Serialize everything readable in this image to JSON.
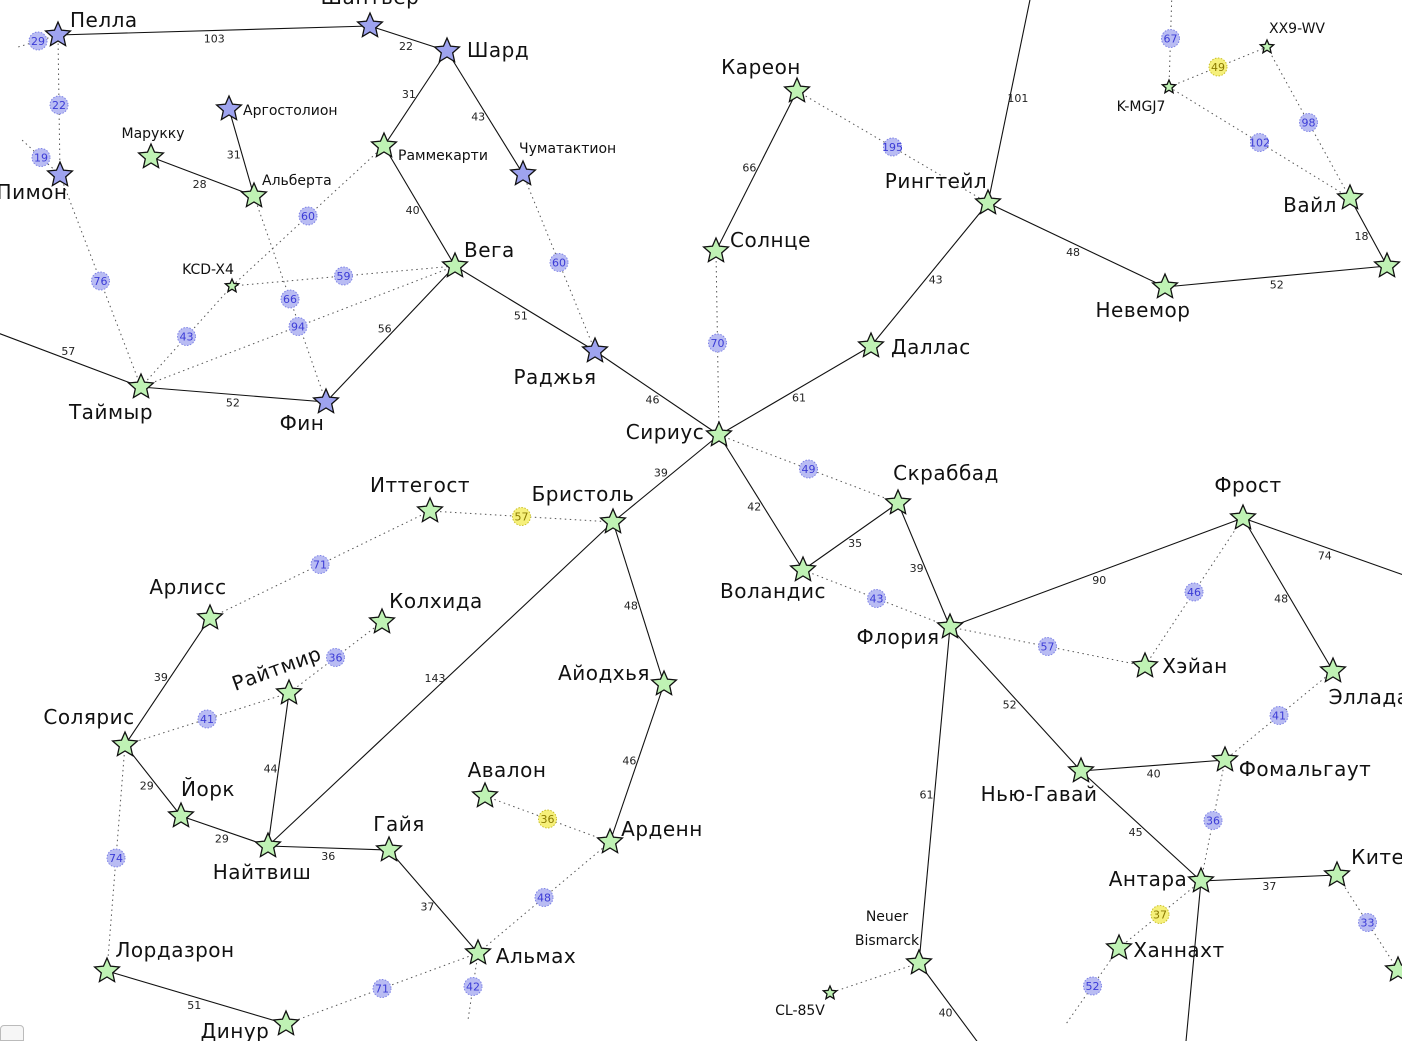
{
  "systems": [
    {
      "id": "pella",
      "name": "Пелла",
      "faction": "blue"
    },
    {
      "id": "shantier",
      "name": "Шантьер",
      "faction": "blue"
    },
    {
      "id": "shard",
      "name": "Шард",
      "faction": "blue"
    },
    {
      "id": "pimon",
      "name": "Пимон",
      "faction": "blue"
    },
    {
      "id": "argostolion",
      "name": "Аргостолион",
      "faction": "blue"
    },
    {
      "id": "marukku",
      "name": "Марукку",
      "faction": "green"
    },
    {
      "id": "alberta",
      "name": "Альберта",
      "faction": "green"
    },
    {
      "id": "rammekarti",
      "name": "Раммекарти",
      "faction": "green"
    },
    {
      "id": "chumataktion",
      "name": "Чуматактион",
      "faction": "blue"
    },
    {
      "id": "vega",
      "name": "Вега",
      "faction": "green"
    },
    {
      "id": "kcd",
      "name": "KCD-X4",
      "faction": "minor"
    },
    {
      "id": "taimyr",
      "name": "Таймыр",
      "faction": "green"
    },
    {
      "id": "fin",
      "name": "Фин",
      "faction": "blue"
    },
    {
      "id": "radzhya",
      "name": "Раджья",
      "faction": "blue"
    },
    {
      "id": "kareon",
      "name": "Кареон",
      "faction": "green"
    },
    {
      "id": "solntse",
      "name": "Солнце",
      "faction": "green"
    },
    {
      "id": "sirius",
      "name": "Сириус",
      "faction": "green"
    },
    {
      "id": "dallas",
      "name": "Даллас",
      "faction": "green"
    },
    {
      "id": "ringteil",
      "name": "Рингтейл",
      "faction": "green"
    },
    {
      "id": "nevemor",
      "name": "Невемор",
      "faction": "green"
    },
    {
      "id": "kmgj7",
      "name": "K-MGJ7",
      "faction": "minor"
    },
    {
      "id": "xx9",
      "name": "XX9-WV",
      "faction": "minor"
    },
    {
      "id": "vail",
      "name": "Вайл",
      "faction": "green"
    },
    {
      "id": "vailE",
      "name": "",
      "faction": "green"
    },
    {
      "id": "ittegost",
      "name": "Иттегост",
      "faction": "green"
    },
    {
      "id": "bristol",
      "name": "Бристоль",
      "faction": "green"
    },
    {
      "id": "skrabbad",
      "name": "Скраббад",
      "faction": "green"
    },
    {
      "id": "volandis",
      "name": "Воландис",
      "faction": "green"
    },
    {
      "id": "floria",
      "name": "Флория",
      "faction": "green"
    },
    {
      "id": "frost",
      "name": "Фрост",
      "faction": "green"
    },
    {
      "id": "arliss",
      "name": "Арлисс",
      "faction": "green"
    },
    {
      "id": "kolkhida",
      "name": "Колхида",
      "faction": "green"
    },
    {
      "id": "raitmir",
      "name": "Райтмир",
      "faction": "green"
    },
    {
      "id": "solaris",
      "name": "Солярис",
      "faction": "green"
    },
    {
      "id": "aiodkhya",
      "name": "Айодхья",
      "faction": "green"
    },
    {
      "id": "kheian",
      "name": "Хэйан",
      "faction": "green"
    },
    {
      "id": "ellada",
      "name": "Эллада",
      "faction": "green"
    },
    {
      "id": "york",
      "name": "Йорк",
      "faction": "green"
    },
    {
      "id": "naitvish",
      "name": "Найтвиш",
      "faction": "green"
    },
    {
      "id": "gaia",
      "name": "Гайя",
      "faction": "green"
    },
    {
      "id": "avalon",
      "name": "Авалон",
      "faction": "green"
    },
    {
      "id": "arden",
      "name": "Арденн",
      "faction": "green"
    },
    {
      "id": "nyugavai",
      "name": "Нью-Гавай",
      "faction": "green"
    },
    {
      "id": "fomalgaut",
      "name": "Фомальгаут",
      "faction": "green"
    },
    {
      "id": "antara",
      "name": "Антара",
      "faction": "green"
    },
    {
      "id": "kitezh",
      "name": "Китеж",
      "faction": "green"
    },
    {
      "id": "kitezhS",
      "name": "",
      "faction": "green"
    },
    {
      "id": "khannakht",
      "name": "Ханнахт",
      "faction": "green"
    },
    {
      "id": "lordazron",
      "name": "Лордазрон",
      "faction": "green"
    },
    {
      "id": "almakh",
      "name": "Альмах",
      "faction": "green"
    },
    {
      "id": "dinur",
      "name": "Динур",
      "faction": "green"
    },
    {
      "id": "neuer",
      "name": "Neuer\nBismarck",
      "faction": "green"
    },
    {
      "id": "cl85v",
      "name": "CL-85V",
      "faction": "minor"
    }
  ],
  "lanes": [
    {
      "a": "pella",
      "b": "shantier",
      "d": "103"
    },
    {
      "a": "shantier",
      "b": "shard",
      "d": "22"
    },
    {
      "a": "shard",
      "b": "rammekarti",
      "d": "31"
    },
    {
      "a": "shard",
      "b": "chumataktion",
      "d": "43"
    },
    {
      "a": "rammekarti",
      "b": "vega",
      "d": "40"
    },
    {
      "a": "argostolion",
      "b": "alberta",
      "d": "31"
    },
    {
      "a": "marukku",
      "b": "alberta",
      "d": "28"
    },
    {
      "a": "vega",
      "b": "radzhya",
      "d": "51"
    },
    {
      "a": "vega",
      "b": "fin",
      "d": "56"
    },
    {
      "a": "taimyr",
      "b": "fin",
      "d": "52"
    },
    {
      "a": "taimyr",
      "b": "west",
      "d": "57"
    },
    {
      "a": "radzhya",
      "b": "sirius",
      "d": "46"
    },
    {
      "a": "kareon",
      "b": "solntse",
      "d": "66"
    },
    {
      "a": "sirius",
      "b": "dallas",
      "d": "61"
    },
    {
      "a": "dallas",
      "b": "ringteil",
      "d": "43"
    },
    {
      "a": "ringteil",
      "b": "top",
      "d": "101"
    },
    {
      "a": "ringteil",
      "b": "nevemor",
      "d": "48"
    },
    {
      "a": "nevemor",
      "b": "vailE",
      "d": "52"
    },
    {
      "a": "vail",
      "b": "vailE",
      "d": "18"
    },
    {
      "a": "sirius",
      "b": "bristol",
      "d": "39"
    },
    {
      "a": "sirius",
      "b": "volandis",
      "d": "42"
    },
    {
      "a": "volandis",
      "b": "skrabbad",
      "d": "35"
    },
    {
      "a": "skrabbad",
      "b": "floria",
      "d": "39"
    },
    {
      "a": "floria",
      "b": "frost",
      "d": "90"
    },
    {
      "a": "frost",
      "b": "east",
      "d": "74"
    },
    {
      "a": "frost",
      "b": "ellada",
      "d": "48"
    },
    {
      "a": "bristol",
      "b": "aiodkhya",
      "d": "48"
    },
    {
      "a": "bristol",
      "b": "naitvish",
      "d": "143"
    },
    {
      "a": "aiodkhya",
      "b": "arden",
      "d": "46"
    },
    {
      "a": "arliss",
      "b": "solaris",
      "d": "39"
    },
    {
      "a": "solaris",
      "b": "york",
      "d": "29"
    },
    {
      "a": "york",
      "b": "naitvish",
      "d": "29"
    },
    {
      "a": "raitmir",
      "b": "naitvish",
      "d": "44"
    },
    {
      "a": "naitvish",
      "b": "gaia",
      "d": "36"
    },
    {
      "a": "gaia",
      "b": "almakh",
      "d": "37"
    },
    {
      "a": "floria",
      "b": "nyugavai",
      "d": "52"
    },
    {
      "a": "floria",
      "b": "neuer",
      "d": "61"
    },
    {
      "a": "nyugavai",
      "b": "fomalgaut",
      "d": "40"
    },
    {
      "a": "nyugavai",
      "b": "antara",
      "d": "45"
    },
    {
      "a": "antara",
      "b": "kitezh",
      "d": "37"
    },
    {
      "a": "lordazron",
      "b": "dinur",
      "d": "51"
    },
    {
      "a": "neuer",
      "b": "south",
      "d": "40"
    },
    {
      "a": "antara",
      "b": "south2",
      "d": ""
    }
  ],
  "routes": [
    {
      "a": "pimon",
      "b": "pella",
      "d": "22",
      "c": "blue"
    },
    {
      "a": "pimon",
      "b": "taimyr",
      "d": "76",
      "c": "blue"
    },
    {
      "a": "kcd",
      "b": "rammekarti",
      "d": "60",
      "c": "blue"
    },
    {
      "a": "kcd",
      "b": "vega",
      "d": "59",
      "c": "blue"
    },
    {
      "a": "kcd",
      "b": "taimyr",
      "d": "43",
      "c": "blue"
    },
    {
      "a": "alberta",
      "b": "fin",
      "d": "66",
      "c": "blue"
    },
    {
      "a": "taimyr",
      "b": "vega",
      "d": "94",
      "c": "blue"
    },
    {
      "a": "chumataktion",
      "b": "radzhya",
      "d": "60",
      "c": "blue"
    },
    {
      "a": "solntse",
      "b": "sirius",
      "d": "70",
      "c": "blue"
    },
    {
      "a": "kareon",
      "b": "ringteil",
      "d": "195",
      "c": "blue"
    },
    {
      "a": "sirius",
      "b": "skrabbad",
      "d": "49",
      "c": "blue"
    },
    {
      "a": "ittegost",
      "b": "bristol",
      "d": "57",
      "c": "yellow"
    },
    {
      "a": "ittegost",
      "b": "arliss",
      "d": "71",
      "c": "blue"
    },
    {
      "a": "volandis",
      "b": "floria",
      "d": "43",
      "c": "blue"
    },
    {
      "a": "floria",
      "b": "kheian",
      "d": "57",
      "c": "blue"
    },
    {
      "a": "kheian",
      "b": "frost",
      "d": "46",
      "c": "blue"
    },
    {
      "a": "ellada",
      "b": "fomalgaut",
      "d": "41",
      "c": "blue"
    },
    {
      "a": "kolkhida",
      "b": "raitmir",
      "d": "36",
      "c": "blue"
    },
    {
      "a": "solaris",
      "b": "raitmir",
      "d": "41",
      "c": "blue"
    },
    {
      "a": "solaris",
      "b": "lordazron",
      "d": "74",
      "c": "blue"
    },
    {
      "a": "avalon",
      "b": "arden",
      "d": "36",
      "c": "yellow"
    },
    {
      "a": "arden",
      "b": "almakh",
      "d": "48",
      "c": "blue"
    },
    {
      "a": "almakh",
      "b": "dinur",
      "d": "71",
      "c": "blue"
    },
    {
      "a": "almakh",
      "b": "down",
      "d": "42",
      "c": "blue"
    },
    {
      "a": "fomalgaut",
      "b": "antara",
      "d": "36",
      "c": "blue"
    },
    {
      "a": "antara",
      "b": "khannakht",
      "d": "37",
      "c": "yellow"
    },
    {
      "a": "khannakht",
      "b": "down2",
      "d": "52",
      "c": "blue"
    },
    {
      "a": "kitezh",
      "b": "kitezhS",
      "d": "33",
      "c": "blue"
    },
    {
      "a": "kmgj7",
      "b": "xx9",
      "d": "49",
      "c": "yellow"
    },
    {
      "a": "kmgj7",
      "b": "top2",
      "d": "67",
      "c": "blue"
    },
    {
      "a": "kmgj7",
      "b": "vail",
      "d": "102",
      "c": "blue"
    },
    {
      "a": "xx9",
      "b": "vail",
      "d": "98",
      "c": "blue"
    },
    {
      "a": "neuer",
      "b": "cl85v",
      "d": "",
      "c": "blue"
    },
    {
      "a": "pella",
      "b": "westA",
      "d": "29",
      "c": "blue"
    },
    {
      "a": "pimon",
      "b": "westB",
      "d": "19",
      "c": "blue"
    }
  ]
}
